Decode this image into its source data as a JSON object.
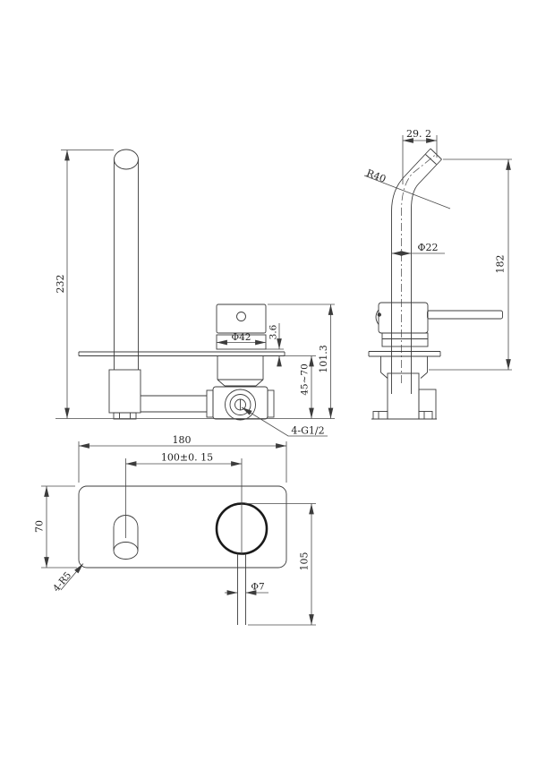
{
  "front_view": {
    "spout_height": "232",
    "handle_diameter": "Φ42",
    "trim_gap": "3.6",
    "wall_depth_range": "45~70",
    "total_height": "101.3",
    "thread_note": "4-G1/2"
  },
  "side_view": {
    "tip_offset": "29. 2",
    "bend_radius": "R40",
    "spout_diameter": "Φ22",
    "height": "182"
  },
  "plan_view": {
    "plate_width": "180",
    "hole_spacing": "100±0. 15",
    "plate_height": "70",
    "outlet_drop": "105",
    "pin_diameter": "Φ7",
    "corner_radius_note": "4-R5"
  }
}
